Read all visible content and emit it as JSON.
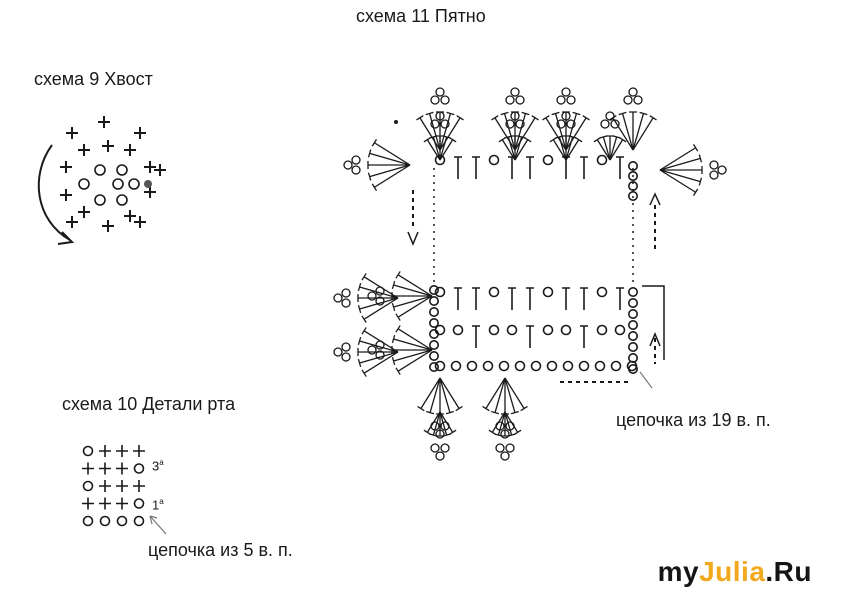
{
  "titles": {
    "scheme9": "схема 9 Хвост",
    "scheme10": "схема 10 Детали рта",
    "scheme11": "схема 11 Пятно"
  },
  "scheme10": {
    "row_marker_top": "3",
    "row_marker_top_sup": "а",
    "row_marker_bottom": "1",
    "row_marker_bottom_sup": "а",
    "chain_note": "цепочка из 5 в. п."
  },
  "scheme11": {
    "chain_note": "цепочка из 19 в. п."
  },
  "logo": {
    "part1": "my",
    "part2": "Julia",
    "part3": ".Ru",
    "accent_color": "#f2a81d"
  },
  "symbols": {
    "plus": "+",
    "chain": "o",
    "stitch_color": "#1a1a1a"
  }
}
